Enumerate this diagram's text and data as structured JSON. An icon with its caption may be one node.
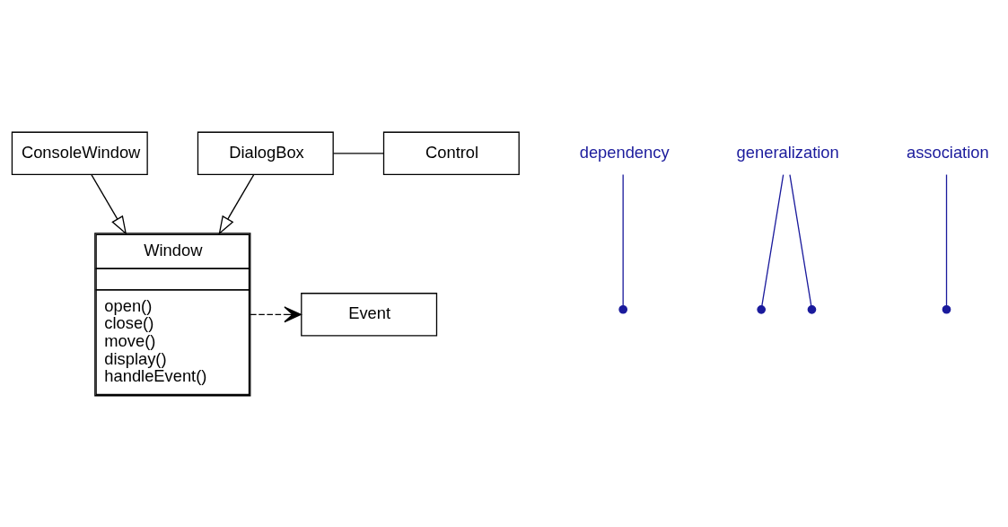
{
  "diagram": {
    "nodes": [
      {
        "text": [
          "Window",
          "open()",
          "close()",
          "move()",
          "display()",
          "handleEvent()"
        ]
      },
      {
        "text": [
          "Event"
        ]
      },
      {
        "text": [
          "dependency"
        ]
      },
      {
        "text": [
          "generalization"
        ]
      },
      {
        "text": [
          "ConsoleWindow"
        ]
      },
      {
        "text": [
          "DialogBox"
        ]
      },
      {
        "text": [
          "Control"
        ]
      },
      {
        "text": [
          "association"
        ]
      }
    ],
    "edges": [
      {
        "from": 0,
        "to": 1,
        "arrow": "to",
        "style": "dashed"
      },
      {
        "from": 4,
        "to": 0,
        "arrow": "to"
      },
      {
        "from": 5,
        "to": 0,
        "arrow": "to"
      },
      {
        "from": 5,
        "to": 6,
        "arrow": "none"
      },
      {
        "from": 2,
        "to": null,
        "arrow": "other",
        "color": "#1a1a9c"
      },
      {
        "from": 3,
        "to": null,
        "arrow": "other",
        "color": "#1a1a9c"
      },
      {
        "from": 3,
        "to": null,
        "arrow": "other",
        "color": "#1a1a9c"
      },
      {
        "from": 7,
        "to": null,
        "arrow": "other",
        "color": "#1a1a9c"
      }
    ]
  }
}
